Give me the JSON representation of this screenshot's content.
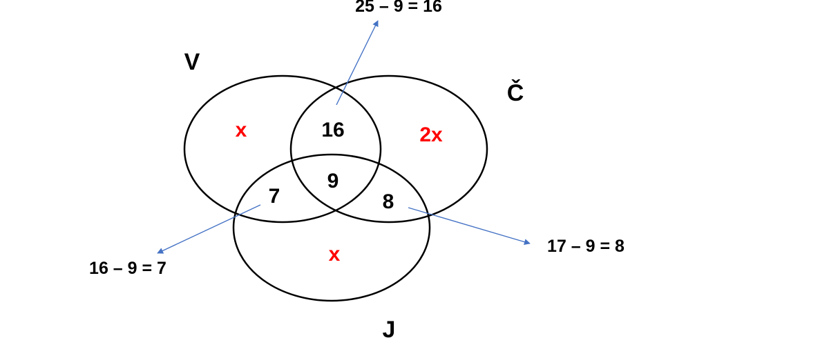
{
  "colors": {
    "circle_stroke": "#000000",
    "arrow": "#4472c4",
    "variable": "#ff0000",
    "text": "#000000"
  },
  "sets": {
    "V": "V",
    "C": "Č",
    "J": "J"
  },
  "regions": {
    "only_V": "x",
    "only_C": "2x",
    "only_J": "x",
    "V_and_C": "16",
    "V_and_J": "7",
    "C_and_J": "8",
    "V_C_J": "9"
  },
  "equations": {
    "V_and_C": "25 – 9 = 16",
    "V_and_J": "16 – 9 = 7",
    "C_and_J": "17 – 9 = 8"
  }
}
